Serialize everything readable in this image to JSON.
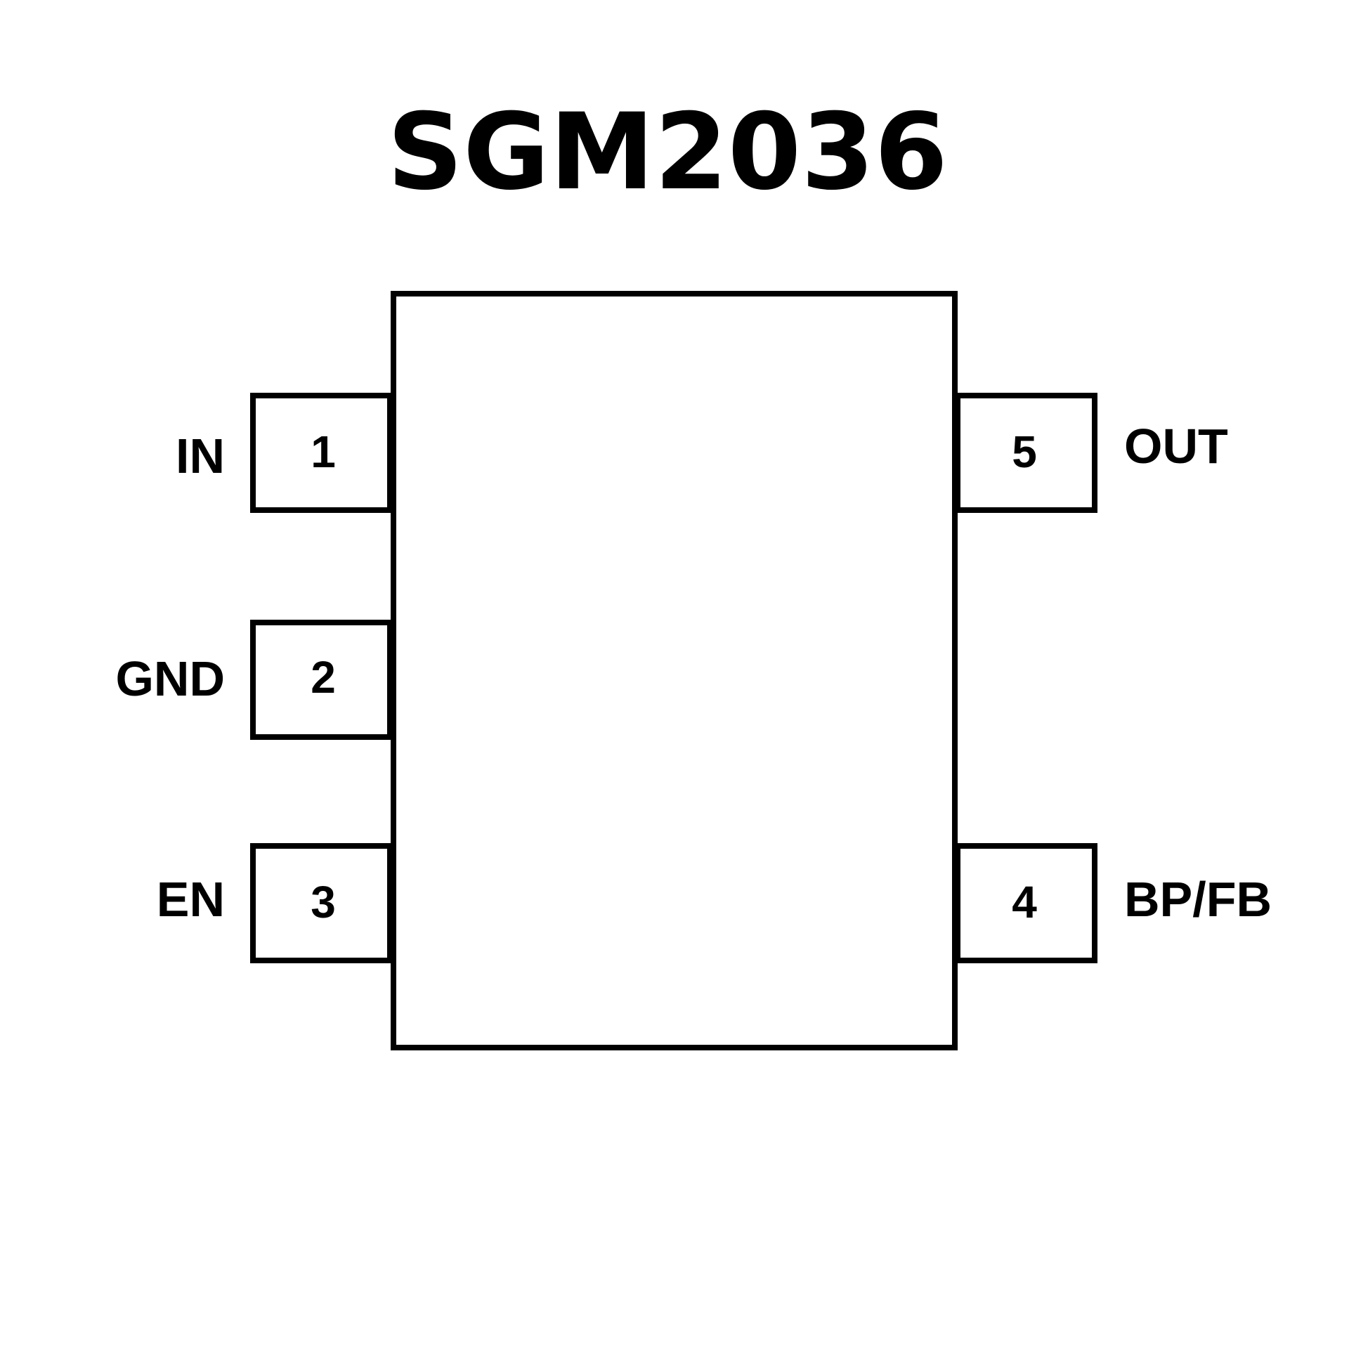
{
  "title": "SGM2036",
  "pins": {
    "p1": {
      "number": "1",
      "name": "IN"
    },
    "p2": {
      "number": "2",
      "name": "GND"
    },
    "p3": {
      "number": "3",
      "name": "EN"
    },
    "p4": {
      "number": "4",
      "name": "BP/FB"
    },
    "p5": {
      "number": "5",
      "name": "OUT"
    }
  }
}
